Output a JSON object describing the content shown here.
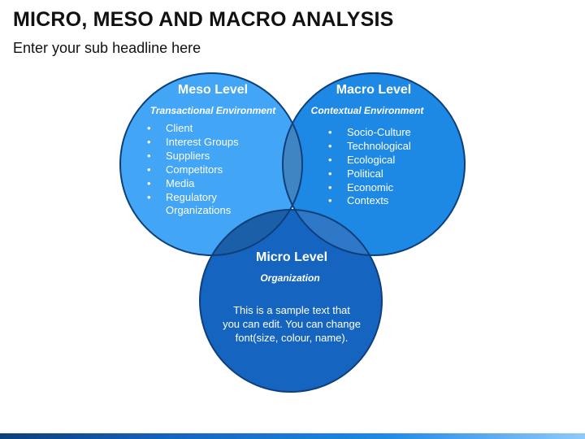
{
  "slide": {
    "title": "MICRO, MESO AND MACRO ANALYSIS",
    "subtitle": "Enter your sub headline here"
  },
  "meso": {
    "heading": "Meso Level",
    "subheading": "Transactional Environment",
    "items": [
      "Client",
      "Interest Groups",
      "Suppliers",
      "Competitors",
      "Media",
      "Regulatory",
      "Organizations"
    ],
    "color": "#42a5f5"
  },
  "macro": {
    "heading": "Macro Level",
    "subheading": "Contextual Environment",
    "items": [
      "Socio-Culture",
      "Technological",
      "Ecological",
      "Political",
      "Economic",
      "Contexts"
    ],
    "color": "#1e88e5"
  },
  "micro": {
    "heading": "Micro Level",
    "subheading": "Organization",
    "body_lines": [
      "This is a sample text that",
      "you can edit. You can change",
      "font(size, colour, name)."
    ],
    "color": "#1565c0"
  },
  "colors": {
    "circle_stroke": "#0d3f7a",
    "overlap_top": "#3f85c4",
    "overlap_left": "#1b5fa8",
    "overlap_right": "#2f78c8"
  }
}
